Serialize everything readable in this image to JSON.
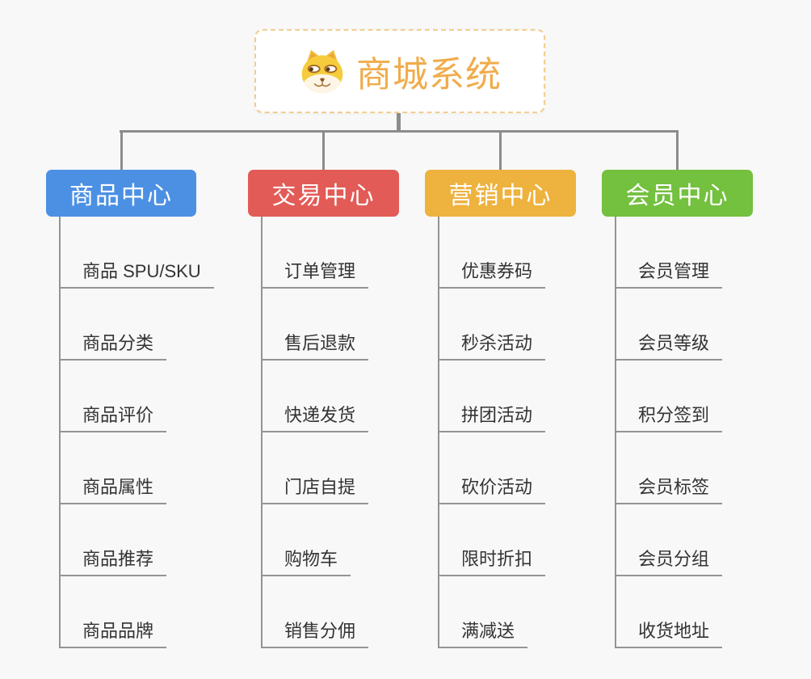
{
  "root": {
    "title": "商城系统",
    "icon": "doge-face-icon"
  },
  "branches": [
    {
      "label": "商品中心",
      "color": "#4C90E4",
      "items": [
        "商品 SPU/SKU",
        "商品分类",
        "商品评价",
        "商品属性",
        "商品推荐",
        "商品品牌"
      ]
    },
    {
      "label": "交易中心",
      "color": "#E25B56",
      "items": [
        "订单管理",
        "售后退款",
        "快递发货",
        "门店自提",
        "购物车",
        "销售分佣"
      ]
    },
    {
      "label": "营销中心",
      "color": "#EEB23F",
      "items": [
        "优惠券码",
        "秒杀活动",
        "拼团活动",
        "砍价活动",
        "限时折扣",
        "满减送"
      ]
    },
    {
      "label": "会员中心",
      "color": "#74C03F",
      "items": [
        "会员管理",
        "会员等级",
        "积分签到",
        "会员标签",
        "会员分组",
        "收货地址"
      ]
    }
  ],
  "colors": {
    "background": "#F8F8F8",
    "connector": "#8C8C8C",
    "item_line": "#949494",
    "root_accent": "#F0AC4B",
    "root_border": "#F2CD90"
  }
}
